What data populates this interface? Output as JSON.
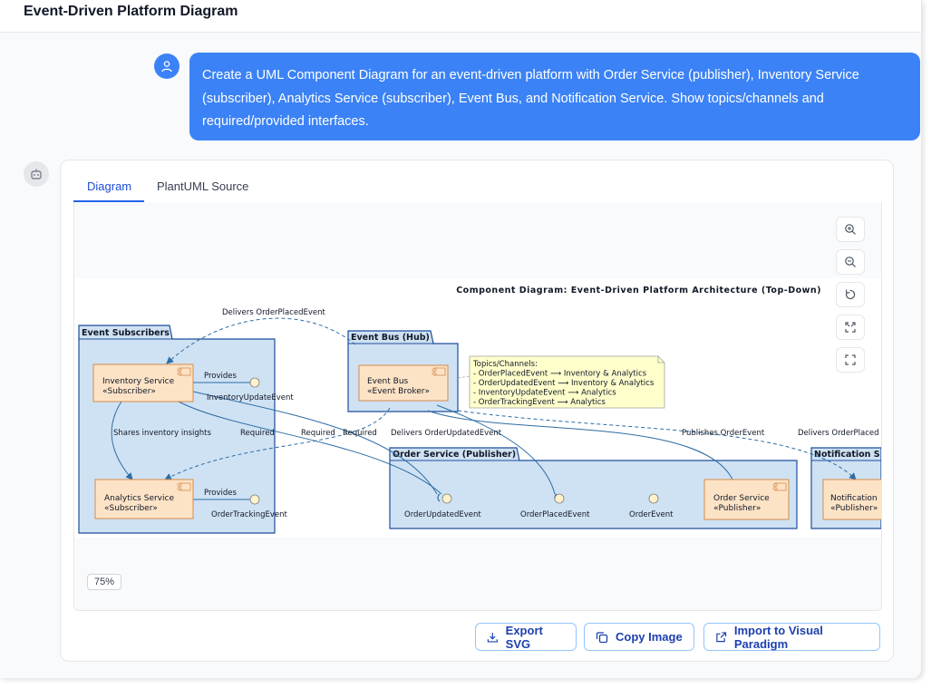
{
  "header": {
    "title": "Event-Driven Platform Diagram"
  },
  "chat": {
    "user_message": "Create a UML Component Diagram for an event-driven platform with Order Service (publisher), Inventory Service (subscriber), Analytics Service (subscriber), Event Bus, and Notification Service. Show topics/channels and required/provided interfaces."
  },
  "tabs": [
    {
      "label": "Diagram",
      "active": true
    },
    {
      "label": "PlantUML Source",
      "active": false
    }
  ],
  "toolbar_icons": [
    "zoom-in-icon",
    "zoom-out-icon",
    "reset-icon",
    "fit-icon",
    "fullscreen-icon"
  ],
  "zoom_level": "75%",
  "actions": {
    "export_svg": "Export SVG",
    "copy_image": "Copy Image",
    "import_vp": "Import to Visual Paradigm"
  },
  "diagram": {
    "title": "Component Diagram: Event-Driven Platform Architecture (Top-Down)",
    "packages": {
      "subscribers": "Event Subscribers",
      "bus": "Event Bus (Hub)",
      "order": "Order Service (Publisher)",
      "notification": "Notification S"
    },
    "components": {
      "inventory": [
        "Inventory Service",
        "«Subscriber»"
      ],
      "analytics": [
        "Analytics Service",
        "«Subscriber»"
      ],
      "bus": [
        "Event Bus",
        "«Event Broker»"
      ],
      "order": [
        "Order Service",
        "«Publisher»"
      ],
      "notification": [
        "Notification",
        "«Publisher»"
      ]
    },
    "note_lines": [
      "Topics/Channels:",
      "- OrderPlacedEvent ⟶ Inventory & Analytics",
      "- OrderUpdatedEvent ⟶ Inventory & Analytics",
      "- InventoryUpdateEvent ⟶ Analytics",
      "- OrderTrackingEvent ⟶ Analytics"
    ],
    "interfaces": {
      "inventory_update": "InventoryUpdateEvent",
      "order_tracking": "OrderTrackingEvent",
      "order_updated": "OrderUpdatedEvent",
      "order_placed": "OrderPlacedEvent",
      "order_event": "OrderEvent"
    },
    "edge_labels": {
      "delivers_placed": "Delivers OrderPlacedEvent",
      "provides_1": "Provides",
      "provides_2": "Provides",
      "shares": "Shares inventory insights",
      "required_1": "Required",
      "required_2": "Required",
      "required_3": "Required",
      "delivers_updated": "Delivers OrderUpdatedEvent",
      "publishes": "Publishes OrderEvent",
      "delivers_placed_right": "Delivers OrderPlaced"
    },
    "colors": {
      "package_fill": "#cfe2f3",
      "package_border": "#1f4e9c",
      "component_fill": "#fde3c6",
      "component_border": "#d58b4a",
      "note_fill": "#ffffcc",
      "edge": "#2e6da4"
    }
  }
}
